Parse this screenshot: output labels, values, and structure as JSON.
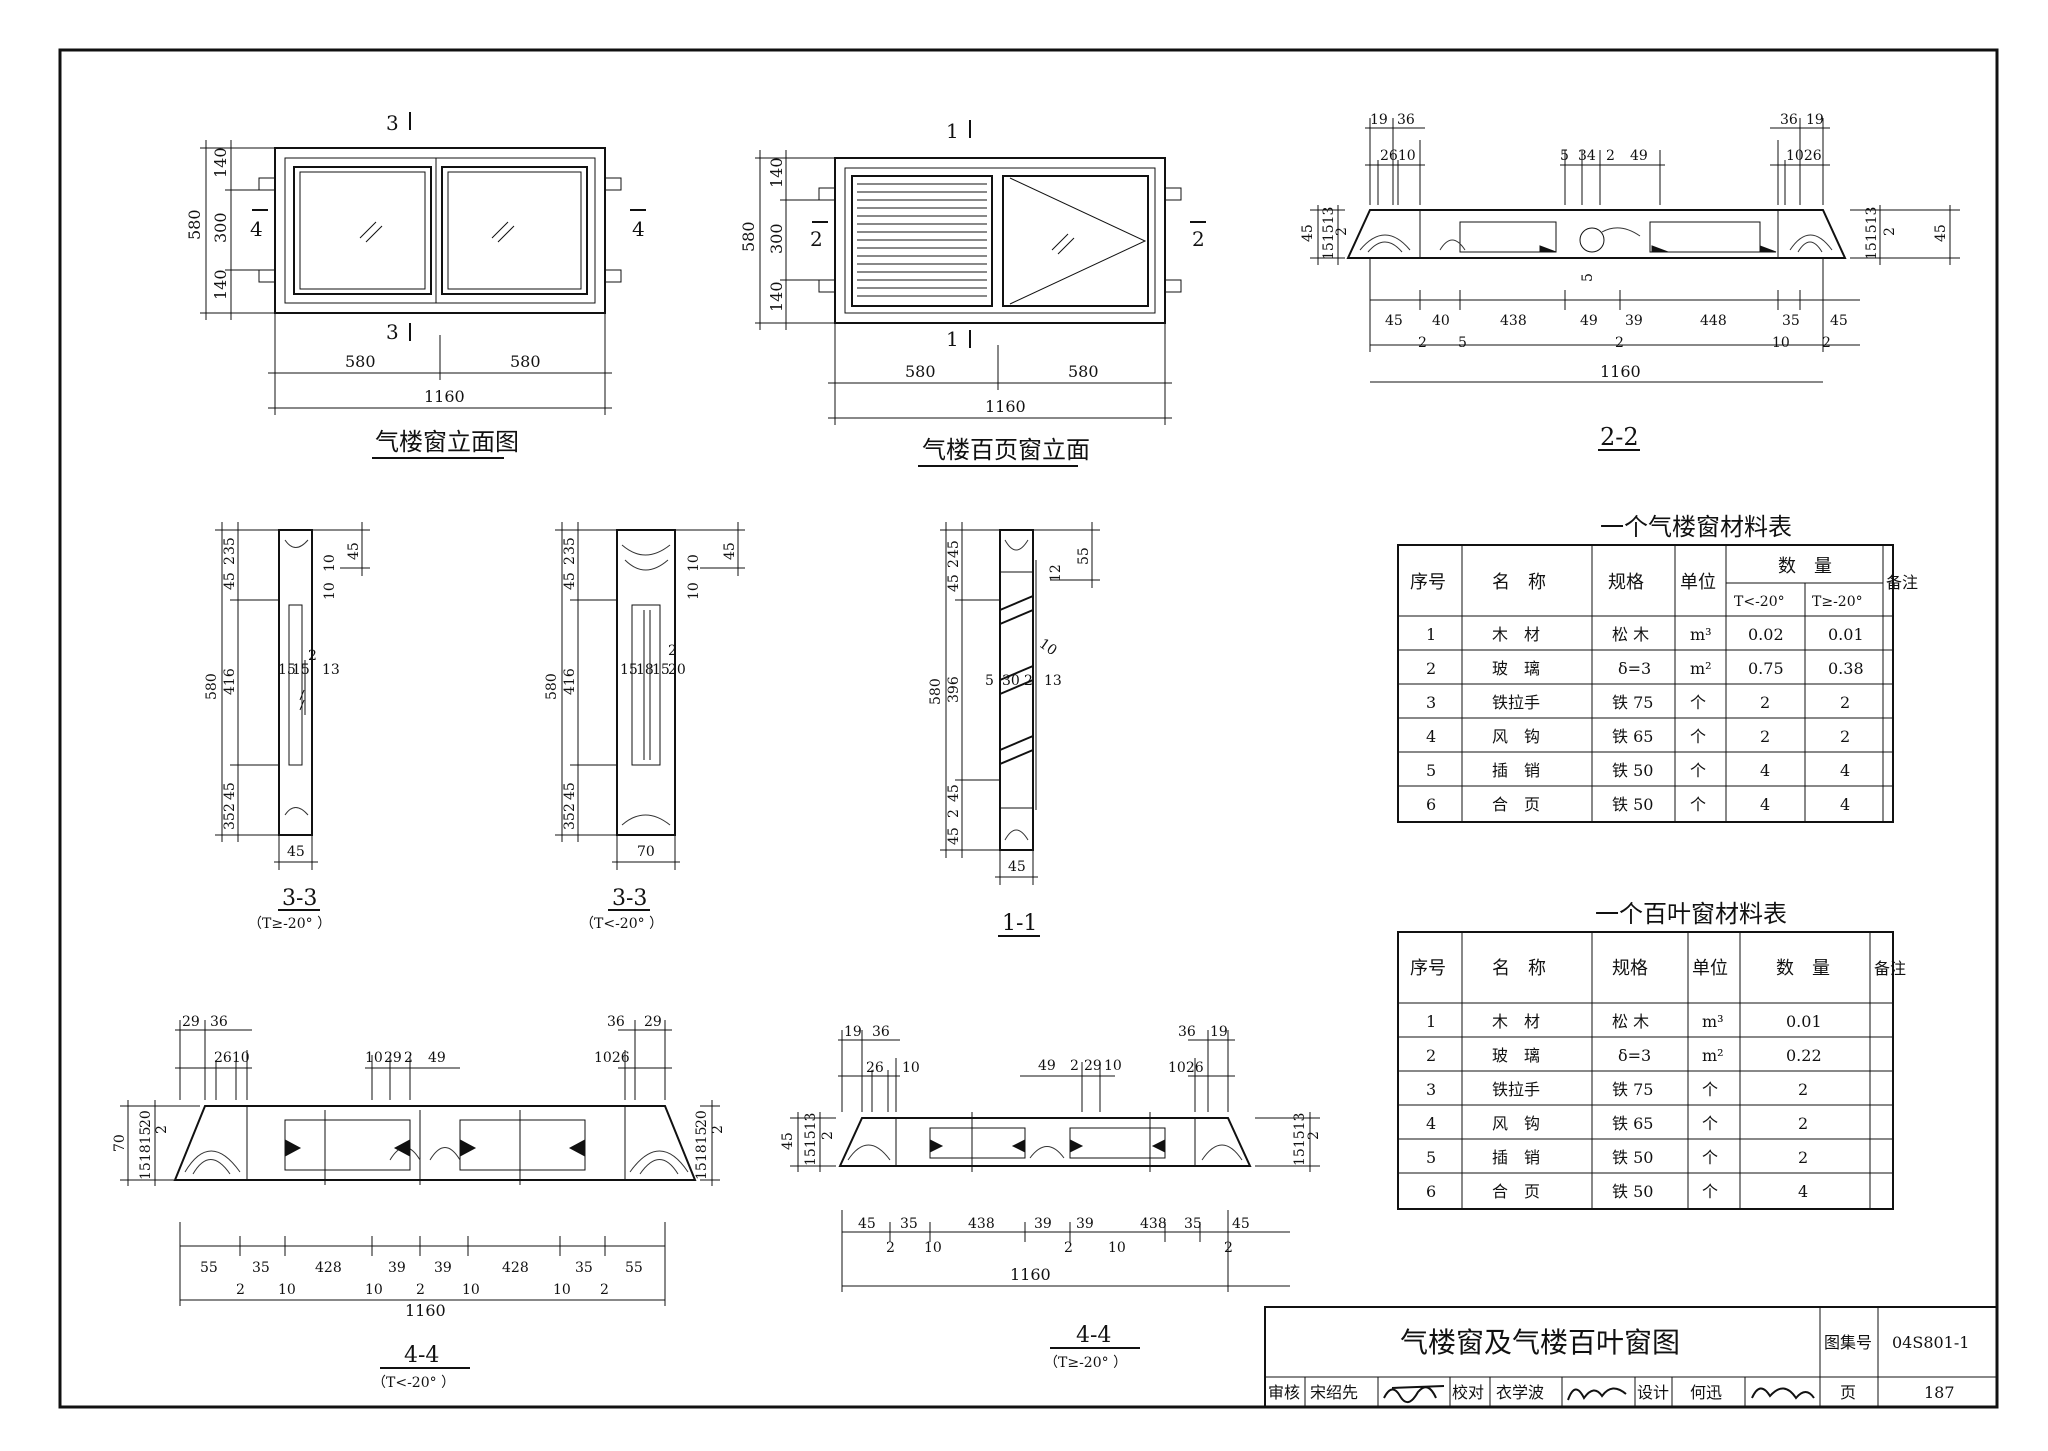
{
  "views": {
    "elev1": {
      "title": "气楼窗立面图",
      "sec_top": "3",
      "sec_bot": "3",
      "sec_left": "4",
      "sec_right": "4",
      "dims_v": [
        "140",
        "300",
        "140"
      ],
      "total_v": "580",
      "dims_h": [
        "580",
        "580"
      ],
      "total_h": "1160"
    },
    "elev2": {
      "title": "气楼百页窗立面",
      "sec_top": "1",
      "sec_bot": "1",
      "sec_left": "2",
      "sec_right": "2",
      "dims_v": [
        "140",
        "300",
        "140"
      ],
      "total_v": "580",
      "dims_h": [
        "580",
        "580"
      ],
      "total_h": "1160"
    },
    "sec22": {
      "title": "2-2",
      "top_dims": [
        "19",
        "36",
        "2610",
        "5",
        "34",
        "2",
        "49",
        "36",
        "19",
        "1026"
      ],
      "side_left": [
        "45",
        "151513",
        "2"
      ],
      "side_right": [
        "151513",
        "2",
        "45"
      ],
      "mid_mark": "5",
      "bottom_dims": [
        "45",
        "40",
        "438",
        "49",
        "39",
        "448",
        "35",
        "45"
      ],
      "bottom_sub": [
        "2",
        "5",
        "2",
        "10",
        "2"
      ],
      "total": "1160"
    },
    "sec33a": {
      "title": "3-3",
      "subtitle": "（T≥-20° ）",
      "left_dims": [
        "45",
        "2",
        "35",
        "416",
        "35",
        "2",
        "45"
      ],
      "total": "580",
      "right_dims": [
        "10",
        "45",
        "10"
      ],
      "mid_marks": [
        "15",
        "15",
        "13",
        "2",
        "13"
      ],
      "bottom": "45"
    },
    "sec33b": {
      "title": "3-3",
      "subtitle": "（T<-20° ）",
      "left_dims": [
        "45",
        "2",
        "35",
        "416",
        "35",
        "2",
        "45"
      ],
      "total": "580",
      "right_dims": [
        "10",
        "45",
        "10"
      ],
      "mid_marks": [
        "15",
        "18",
        "15",
        "20",
        "2"
      ],
      "bottom": "70"
    },
    "sec11": {
      "title": "1-1",
      "left_dims": [
        "45",
        "2",
        "45",
        "396",
        "45",
        "2",
        "45"
      ],
      "total": "580",
      "right_dims": [
        "12",
        "55"
      ],
      "mid_marks": [
        "5",
        "30",
        "2",
        "13",
        "10"
      ],
      "bottom": "45"
    },
    "sec44a": {
      "title": "4-4",
      "subtitle": "（T<-20° ）",
      "top_dims": [
        "29",
        "36",
        "2610",
        "10",
        "29",
        "2",
        "49",
        "36",
        "29",
        "1026"
      ],
      "side_left": [
        "70",
        "151815",
        "20",
        "2"
      ],
      "side_right": [
        "151815",
        "20",
        "2"
      ],
      "bottom_dims": [
        "55",
        "35",
        "428",
        "39",
        "39",
        "428",
        "35",
        "55"
      ],
      "bottom_sub": [
        "2",
        "10",
        "10",
        "2",
        "10",
        "10",
        "2"
      ],
      "total": "1160"
    },
    "sec44b": {
      "title": "4-4",
      "subtitle": "（T≥-20° ）",
      "top_dims": [
        "19",
        "36",
        "26",
        "10",
        "49",
        "2",
        "29",
        "10",
        "36",
        "19",
        "1026"
      ],
      "side_left": [
        "45",
        "151513",
        "2"
      ],
      "side_right": [
        "151513",
        "2"
      ],
      "bottom_dims": [
        "45",
        "35",
        "438",
        "39",
        "39",
        "438",
        "35",
        "45"
      ],
      "bottom_sub": [
        "2",
        "10",
        "2",
        "10",
        "2"
      ],
      "total": "1160"
    }
  },
  "table1": {
    "title": "一个气楼窗材料表",
    "headers": {
      "no": "序号",
      "name": "名　称",
      "spec": "规格",
      "unit": "单位",
      "qty": "数　量",
      "qty_a": "T<-20°",
      "qty_b": "T≥-20°",
      "note": "备注"
    },
    "rows": [
      {
        "no": "1",
        "name": "木　材",
        "spec": "松 木",
        "unit": "m³",
        "a": "0.02",
        "b": "0.01"
      },
      {
        "no": "2",
        "name": "玻　璃",
        "spec": "δ=3",
        "unit": "m²",
        "a": "0.75",
        "b": "0.38"
      },
      {
        "no": "3",
        "name": "铁拉手",
        "spec": "铁 75",
        "unit": "个",
        "a": "2",
        "b": "2"
      },
      {
        "no": "4",
        "name": "风　钩",
        "spec": "铁 65",
        "unit": "个",
        "a": "2",
        "b": "2"
      },
      {
        "no": "5",
        "name": "插　销",
        "spec": "铁 50",
        "unit": "个",
        "a": "4",
        "b": "4"
      },
      {
        "no": "6",
        "name": "合　页",
        "spec": "铁 50",
        "unit": "个",
        "a": "4",
        "b": "4"
      }
    ]
  },
  "table2": {
    "title": "一个百叶窗材料表",
    "headers": {
      "no": "序号",
      "name": "名　称",
      "spec": "规格",
      "unit": "单位",
      "qty": "数　量",
      "note": "备注"
    },
    "rows": [
      {
        "no": "1",
        "name": "木　材",
        "spec": "松 木",
        "unit": "m³",
        "q": "0.01"
      },
      {
        "no": "2",
        "name": "玻　璃",
        "spec": "δ=3",
        "unit": "m²",
        "q": "0.22"
      },
      {
        "no": "3",
        "name": "铁拉手",
        "spec": "铁 75",
        "unit": "个",
        "q": "2"
      },
      {
        "no": "4",
        "name": "风　钩",
        "spec": "铁 65",
        "unit": "个",
        "q": "2"
      },
      {
        "no": "5",
        "name": "插　销",
        "spec": "铁 50",
        "unit": "个",
        "q": "2"
      },
      {
        "no": "6",
        "name": "合　页",
        "spec": "铁 50",
        "unit": "个",
        "q": "4"
      }
    ]
  },
  "titleblock": {
    "drawing_title": "气楼窗及气楼百叶窗图",
    "atlas_label": "图集号",
    "atlas_no": "04S801-1",
    "review_label": "审核",
    "reviewer": "宋绍先",
    "check_label": "校对",
    "checker": "衣学波",
    "design_label": "设计",
    "designer": "何迅",
    "page_label": "页",
    "page_no": "187"
  }
}
